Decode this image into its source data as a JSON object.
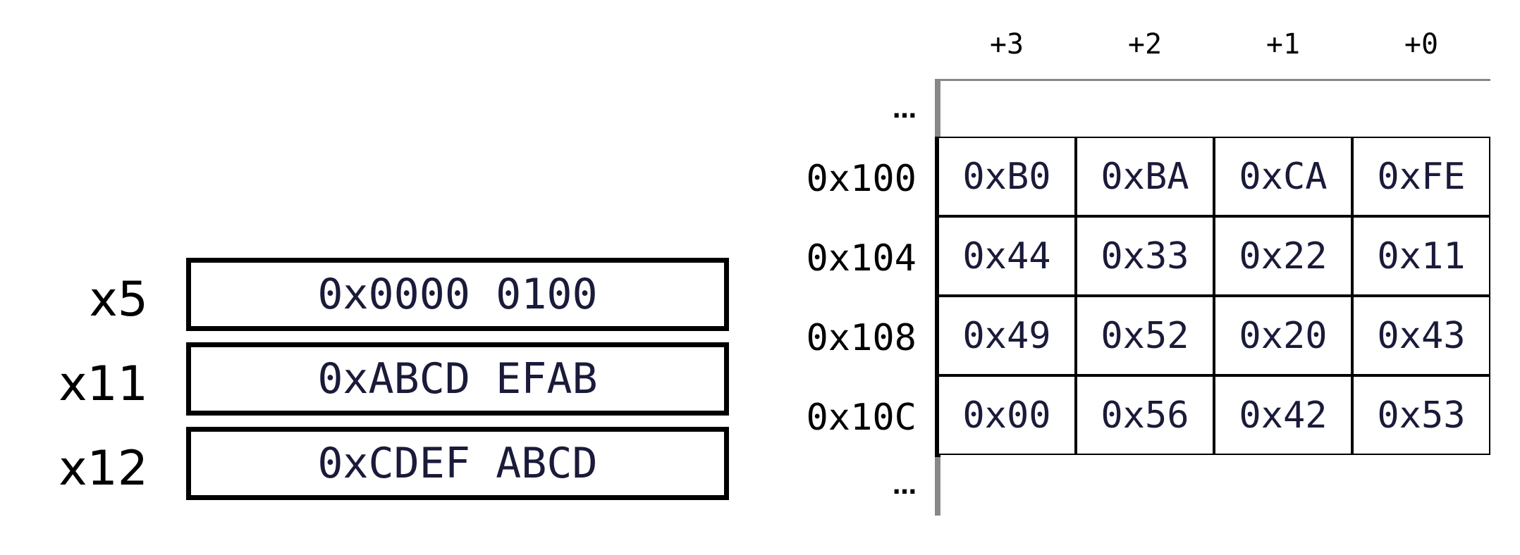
{
  "registers": [
    {
      "name": "x5",
      "value": "0x0000 0100"
    },
    {
      "name": "x11",
      "value": "0xABCD EFAB"
    },
    {
      "name": "x12",
      "value": "0xCDEF ABCD"
    }
  ],
  "memory": {
    "column_headers": [
      "+3",
      "+2",
      "+1",
      "+0"
    ],
    "ellipsis_top": "…",
    "ellipsis_bottom": "…",
    "rows": [
      {
        "address": "0x100",
        "bytes": [
          "0xB0",
          "0xBA",
          "0xCA",
          "0xFE"
        ]
      },
      {
        "address": "0x104",
        "bytes": [
          "0x44",
          "0x33",
          "0x22",
          "0x11"
        ]
      },
      {
        "address": "0x108",
        "bytes": [
          "0x49",
          "0x52",
          "0x20",
          "0x43"
        ]
      },
      {
        "address": "0x10C",
        "bytes": [
          "0x00",
          "0x56",
          "0x42",
          "0x53"
        ]
      }
    ]
  },
  "colors": {
    "border": "#000000",
    "value_text": "#1a1a3a",
    "memory_edge": "#888888"
  }
}
